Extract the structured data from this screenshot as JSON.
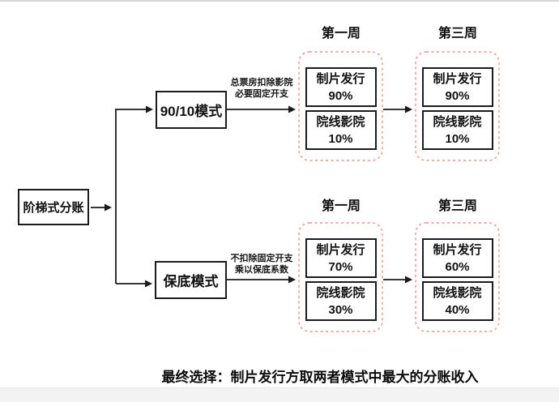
{
  "diagram": {
    "root": {
      "label": "阶梯式分账"
    },
    "branches": [
      {
        "mode": {
          "label": "90/10模式"
        },
        "annotation": {
          "line1": "总票房扣除影院",
          "line2": "必要固定开支"
        },
        "weeks": [
          {
            "title": "第一周",
            "rows": [
              {
                "party": "制片发行",
                "percent": "90%"
              },
              {
                "party": "院线影院",
                "percent": "10%"
              }
            ]
          },
          {
            "title": "第三周",
            "rows": [
              {
                "party": "制片发行",
                "percent": "90%"
              },
              {
                "party": "院线影院",
                "percent": "10%"
              }
            ]
          }
        ]
      },
      {
        "mode": {
          "label": "保底模式"
        },
        "annotation": {
          "line1": "不扣除固定开支",
          "line2": "乘以保底系数"
        },
        "weeks": [
          {
            "title": "第一周",
            "rows": [
              {
                "party": "制片发行",
                "percent": "70%"
              },
              {
                "party": "院线影院",
                "percent": "30%"
              }
            ]
          },
          {
            "title": "第三周",
            "rows": [
              {
                "party": "制片发行",
                "percent": "60%"
              },
              {
                "party": "院线影院",
                "percent": "40%"
              }
            ]
          }
        ]
      }
    ],
    "footer": "最终选择：制片发行方取两者模式中最大的分账收入",
    "colors": {
      "line": "#1b1b1b",
      "dashed_border": "#f2a19c"
    }
  }
}
